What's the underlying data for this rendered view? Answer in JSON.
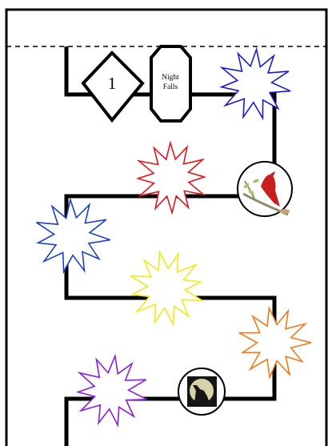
{
  "board": {
    "start_number": "1",
    "phase_label_line1": "Night",
    "phase_label_line2": "Falls"
  },
  "spaces": [
    {
      "name": "burst-blue-top",
      "color": "#1a1ad6"
    },
    {
      "name": "burst-red",
      "color": "#e3151a"
    },
    {
      "name": "bird-on-branch-space",
      "icon": "bird-icon"
    },
    {
      "name": "burst-blue-left",
      "color": "#1a3fcf"
    },
    {
      "name": "burst-yellow",
      "color": "#f3e81b"
    },
    {
      "name": "burst-orange",
      "color": "#f4791a"
    },
    {
      "name": "burst-purple",
      "color": "#8a1ee0"
    },
    {
      "name": "howling-wolf-space",
      "icon": "wolf-moon-icon"
    }
  ],
  "colors": {
    "path": "#000000",
    "frame": "#000000",
    "cut_line": "#000000",
    "branch": "#a7b68a",
    "bird": "#c81e1e",
    "moon": "#d8d2a6"
  }
}
